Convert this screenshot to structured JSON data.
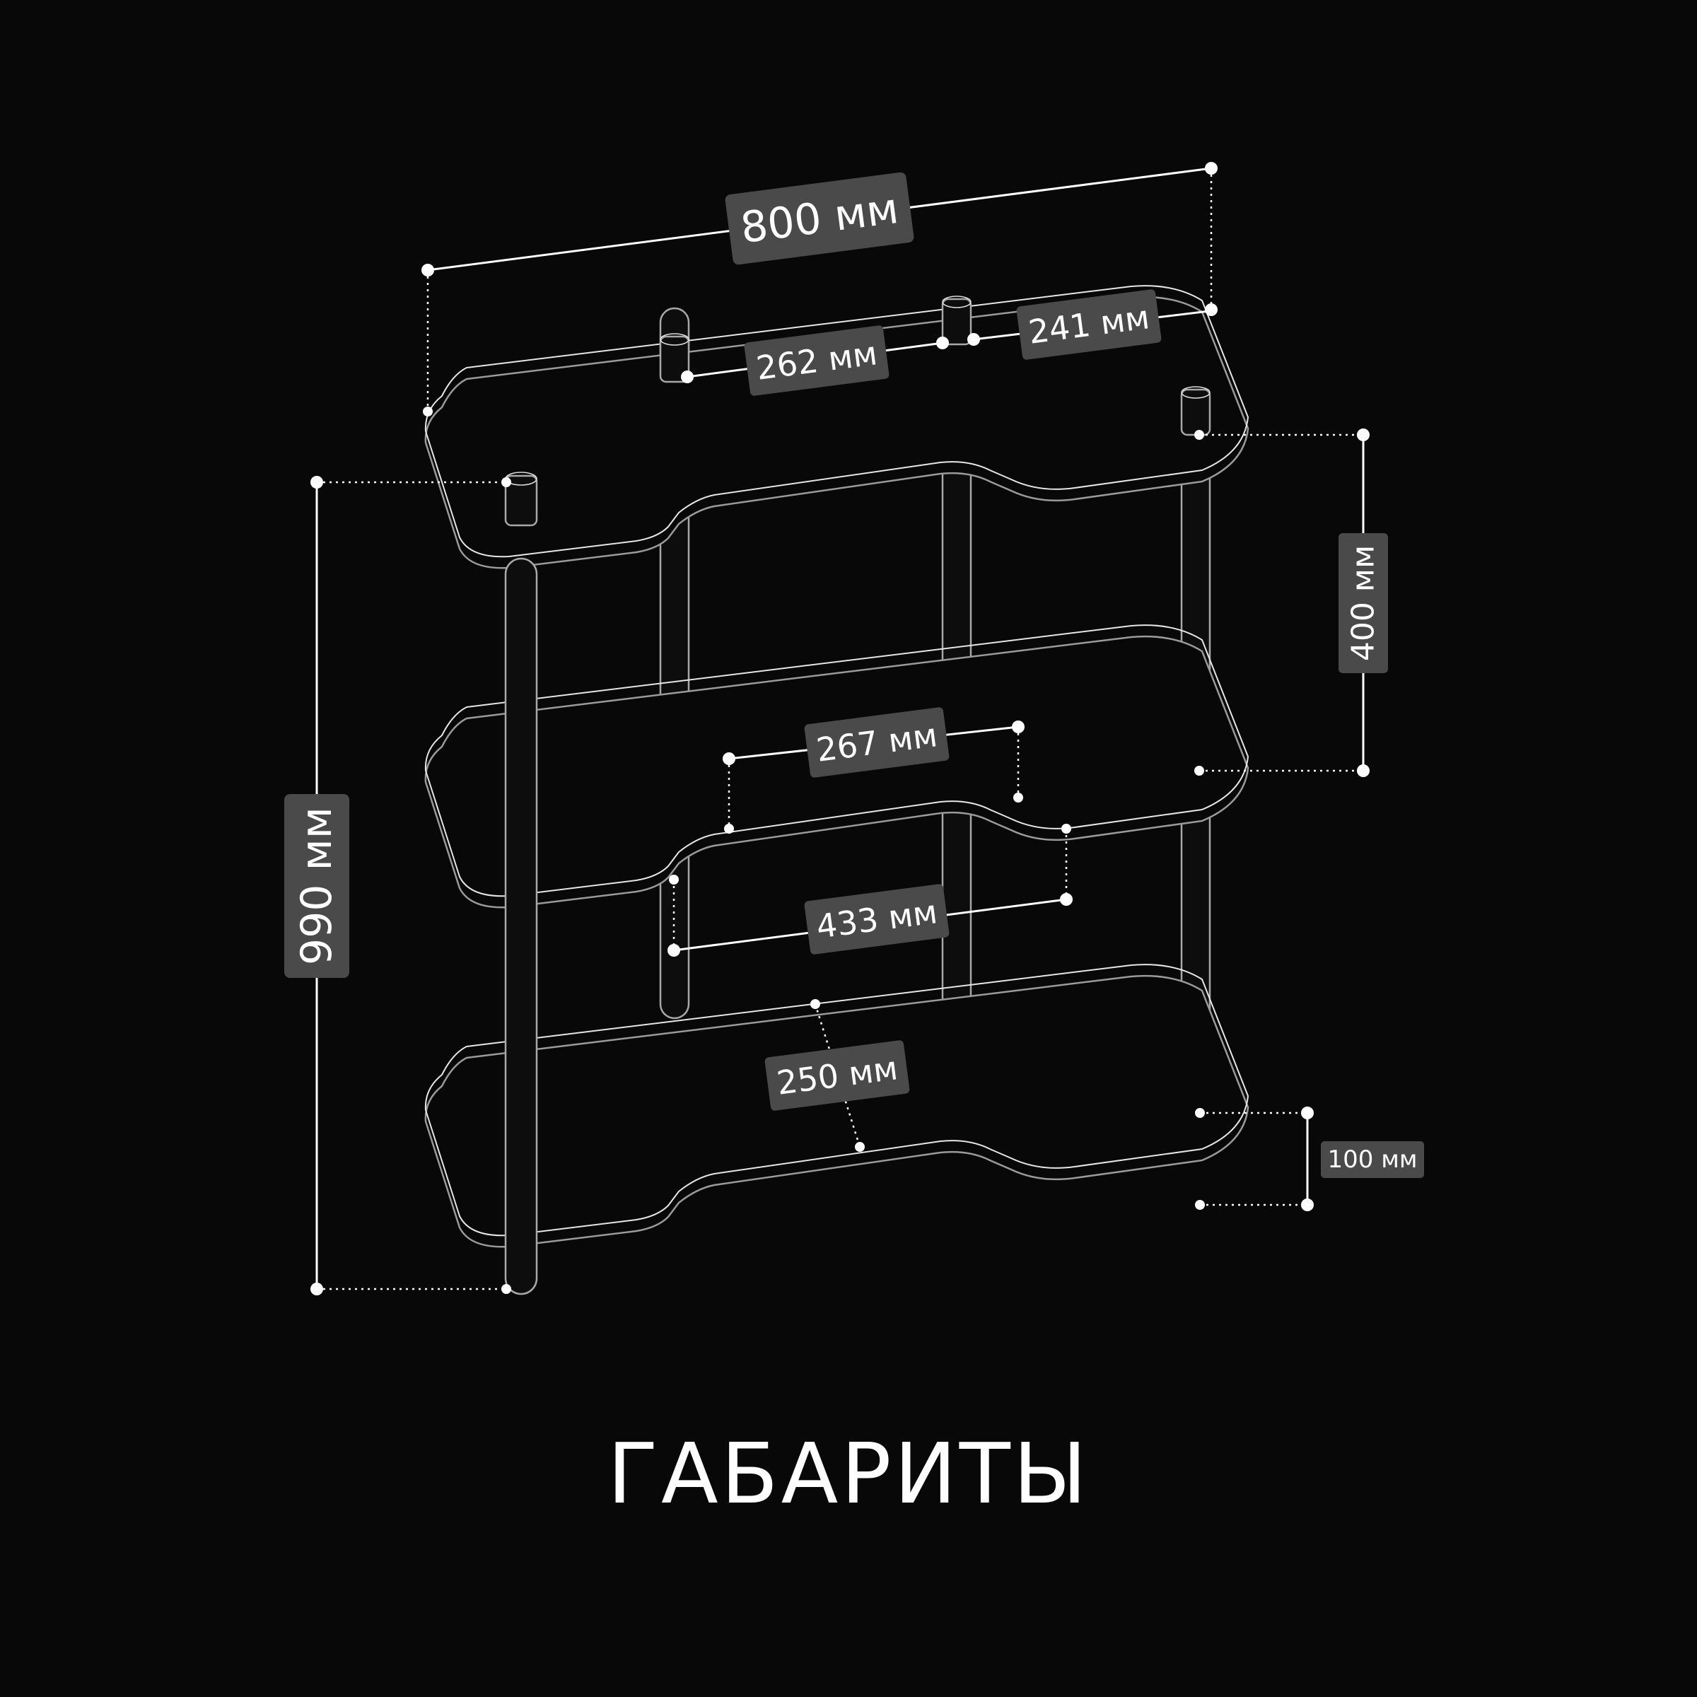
{
  "title": "ГАБАРИТЫ",
  "colors": {
    "background": "#080808",
    "line": "#ffffff",
    "badge": "#4a4a4a",
    "frame": "#9a9a9a"
  },
  "dimensions": {
    "width": "800 мм",
    "height": "990 мм",
    "post_gap_left": "262 мм",
    "post_gap_right": "241 мм",
    "shelf_gap": "400 мм",
    "recess_width": "267 мм",
    "inner_width": "433 мм",
    "depth": "250 мм",
    "leg_height": "100 мм"
  }
}
